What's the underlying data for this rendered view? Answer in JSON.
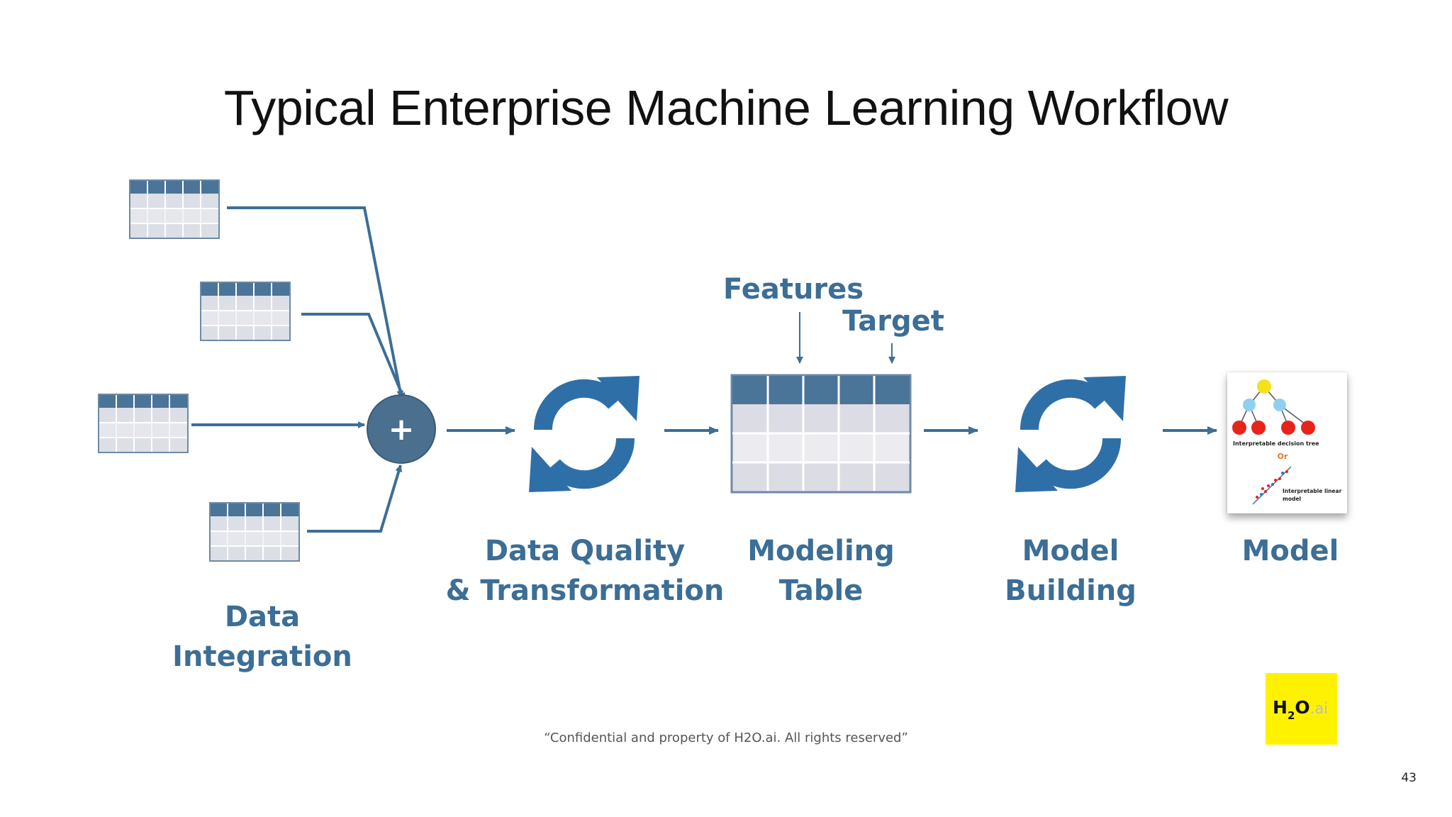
{
  "title": "Typical Enterprise Machine Learning Workflow",
  "stages": {
    "data_integration": [
      "Data",
      "Integration"
    ],
    "data_quality": [
      "Data Quality",
      "& Transformation"
    ],
    "modeling_table": [
      "Modeling",
      "Table"
    ],
    "model_building": [
      "Model",
      "Building"
    ],
    "model": "Model"
  },
  "modeling_table_labels": {
    "features": "Features",
    "target": "Target"
  },
  "model_card": {
    "tree_caption": "Interpretable decision tree",
    "or": "Or",
    "linear_caption_line1": "Interpretable linear",
    "linear_caption_line2": "model"
  },
  "combine_symbol": "+",
  "logo": {
    "main": "H",
    "sub": "2",
    "o": "O",
    "suffix": ".ai"
  },
  "footer": "“Confidential and property of H2O.ai. All rights reserved”",
  "page_number": "43",
  "colors": {
    "accent_blue": "#3c6e96",
    "table_header": "#4a7498",
    "logo_yellow": "#fff200",
    "tree_yellow": "#f5e11a",
    "tree_lightblue": "#8fd0f0",
    "tree_red": "#e8231b"
  }
}
